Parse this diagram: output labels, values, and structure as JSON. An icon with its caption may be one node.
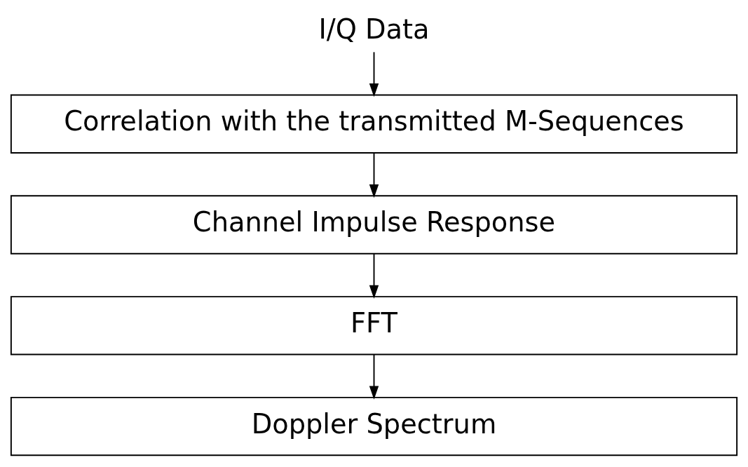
{
  "diagram": {
    "nodes": [
      {
        "text": [
          "I/Q Data"
        ]
      },
      {
        "text": [
          "Correlation with the transmitted M-Sequences"
        ]
      },
      {
        "text": [
          "Channel Impulse Response"
        ]
      },
      {
        "text": [
          "FFT"
        ]
      },
      {
        "text": [
          "Doppler Spectrum"
        ]
      }
    ],
    "edges": [
      {
        "from": 0,
        "to": 1,
        "arrow": "to"
      },
      {
        "from": 1,
        "to": 2,
        "arrow": "to"
      },
      {
        "from": 2,
        "to": 3,
        "arrow": "to"
      },
      {
        "from": 3,
        "to": 4,
        "arrow": "to"
      }
    ]
  }
}
